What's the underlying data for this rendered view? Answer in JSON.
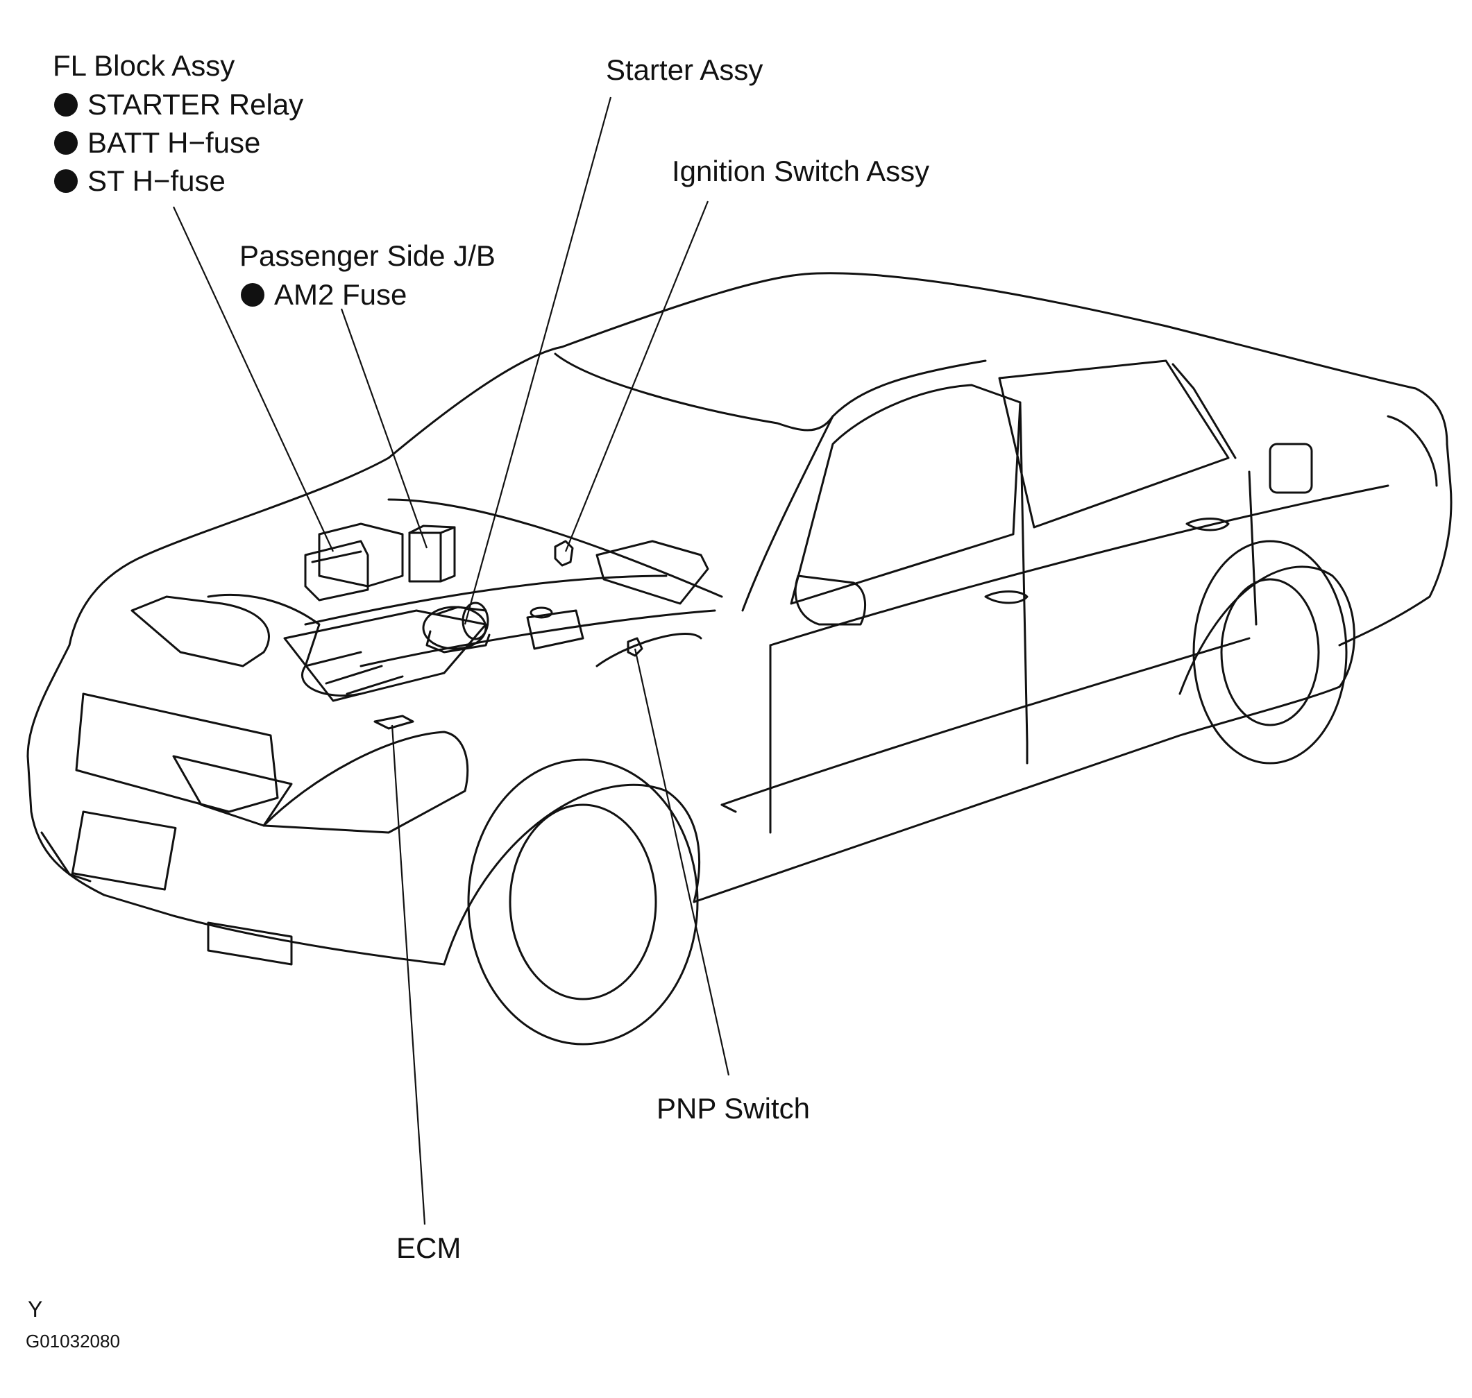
{
  "labels": {
    "fl_block": {
      "title": "FL Block Assy",
      "items": [
        "STARTER Relay",
        "BATT H−fuse",
        "ST H−fuse"
      ]
    },
    "passenger_jb": {
      "title": "Passenger Side J/B",
      "items": [
        "AM2 Fuse"
      ]
    },
    "starter": "Starter Assy",
    "ignition": "Ignition Switch Assy",
    "pnp": "PNP Switch",
    "ecm": "ECM"
  },
  "footer": {
    "letter": "Y",
    "figure_code": "G01032080"
  },
  "style": {
    "line_color": "#111111",
    "background": "#ffffff"
  }
}
